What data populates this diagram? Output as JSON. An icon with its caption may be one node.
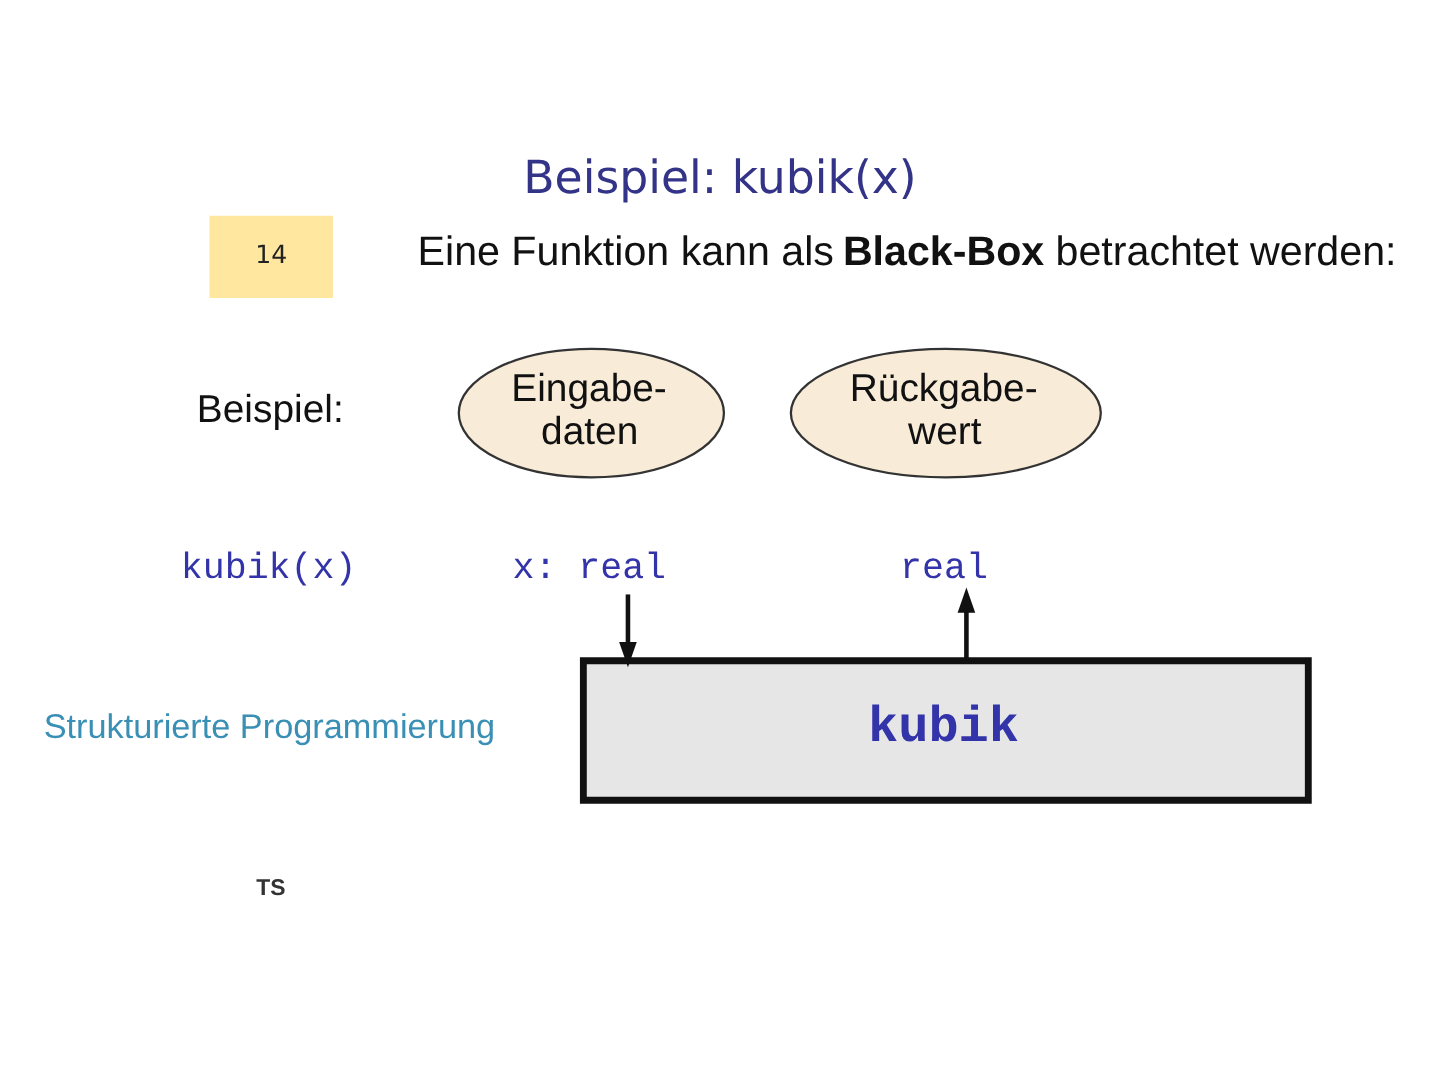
{
  "diagram": {
    "title": "Beispiel: kubik(x)",
    "nodes": [
      {
        "text": [
          "Eingabe- daten"
        ]
      },
      {
        "text": [
          "Rückgabe- wert"
        ]
      },
      {
        "text": [
          "x: real"
        ]
      },
      {
        "text": [
          "real"
        ]
      },
      {
        "text": [
          "kubik"
        ]
      }
    ],
    "edges": [
      {
        "from": 2,
        "to": 4,
        "arrow": "to"
      },
      {
        "from": 4,
        "to": 3,
        "arrow": "to"
      }
    ],
    "labels": [
      "14",
      "Strukturierte Programmierung",
      "Eine Funktion kann als **Black-Box** betrachtet werden:",
      "Beispiel:",
      "kubik(x)",
      "TS"
    ]
  }
}
